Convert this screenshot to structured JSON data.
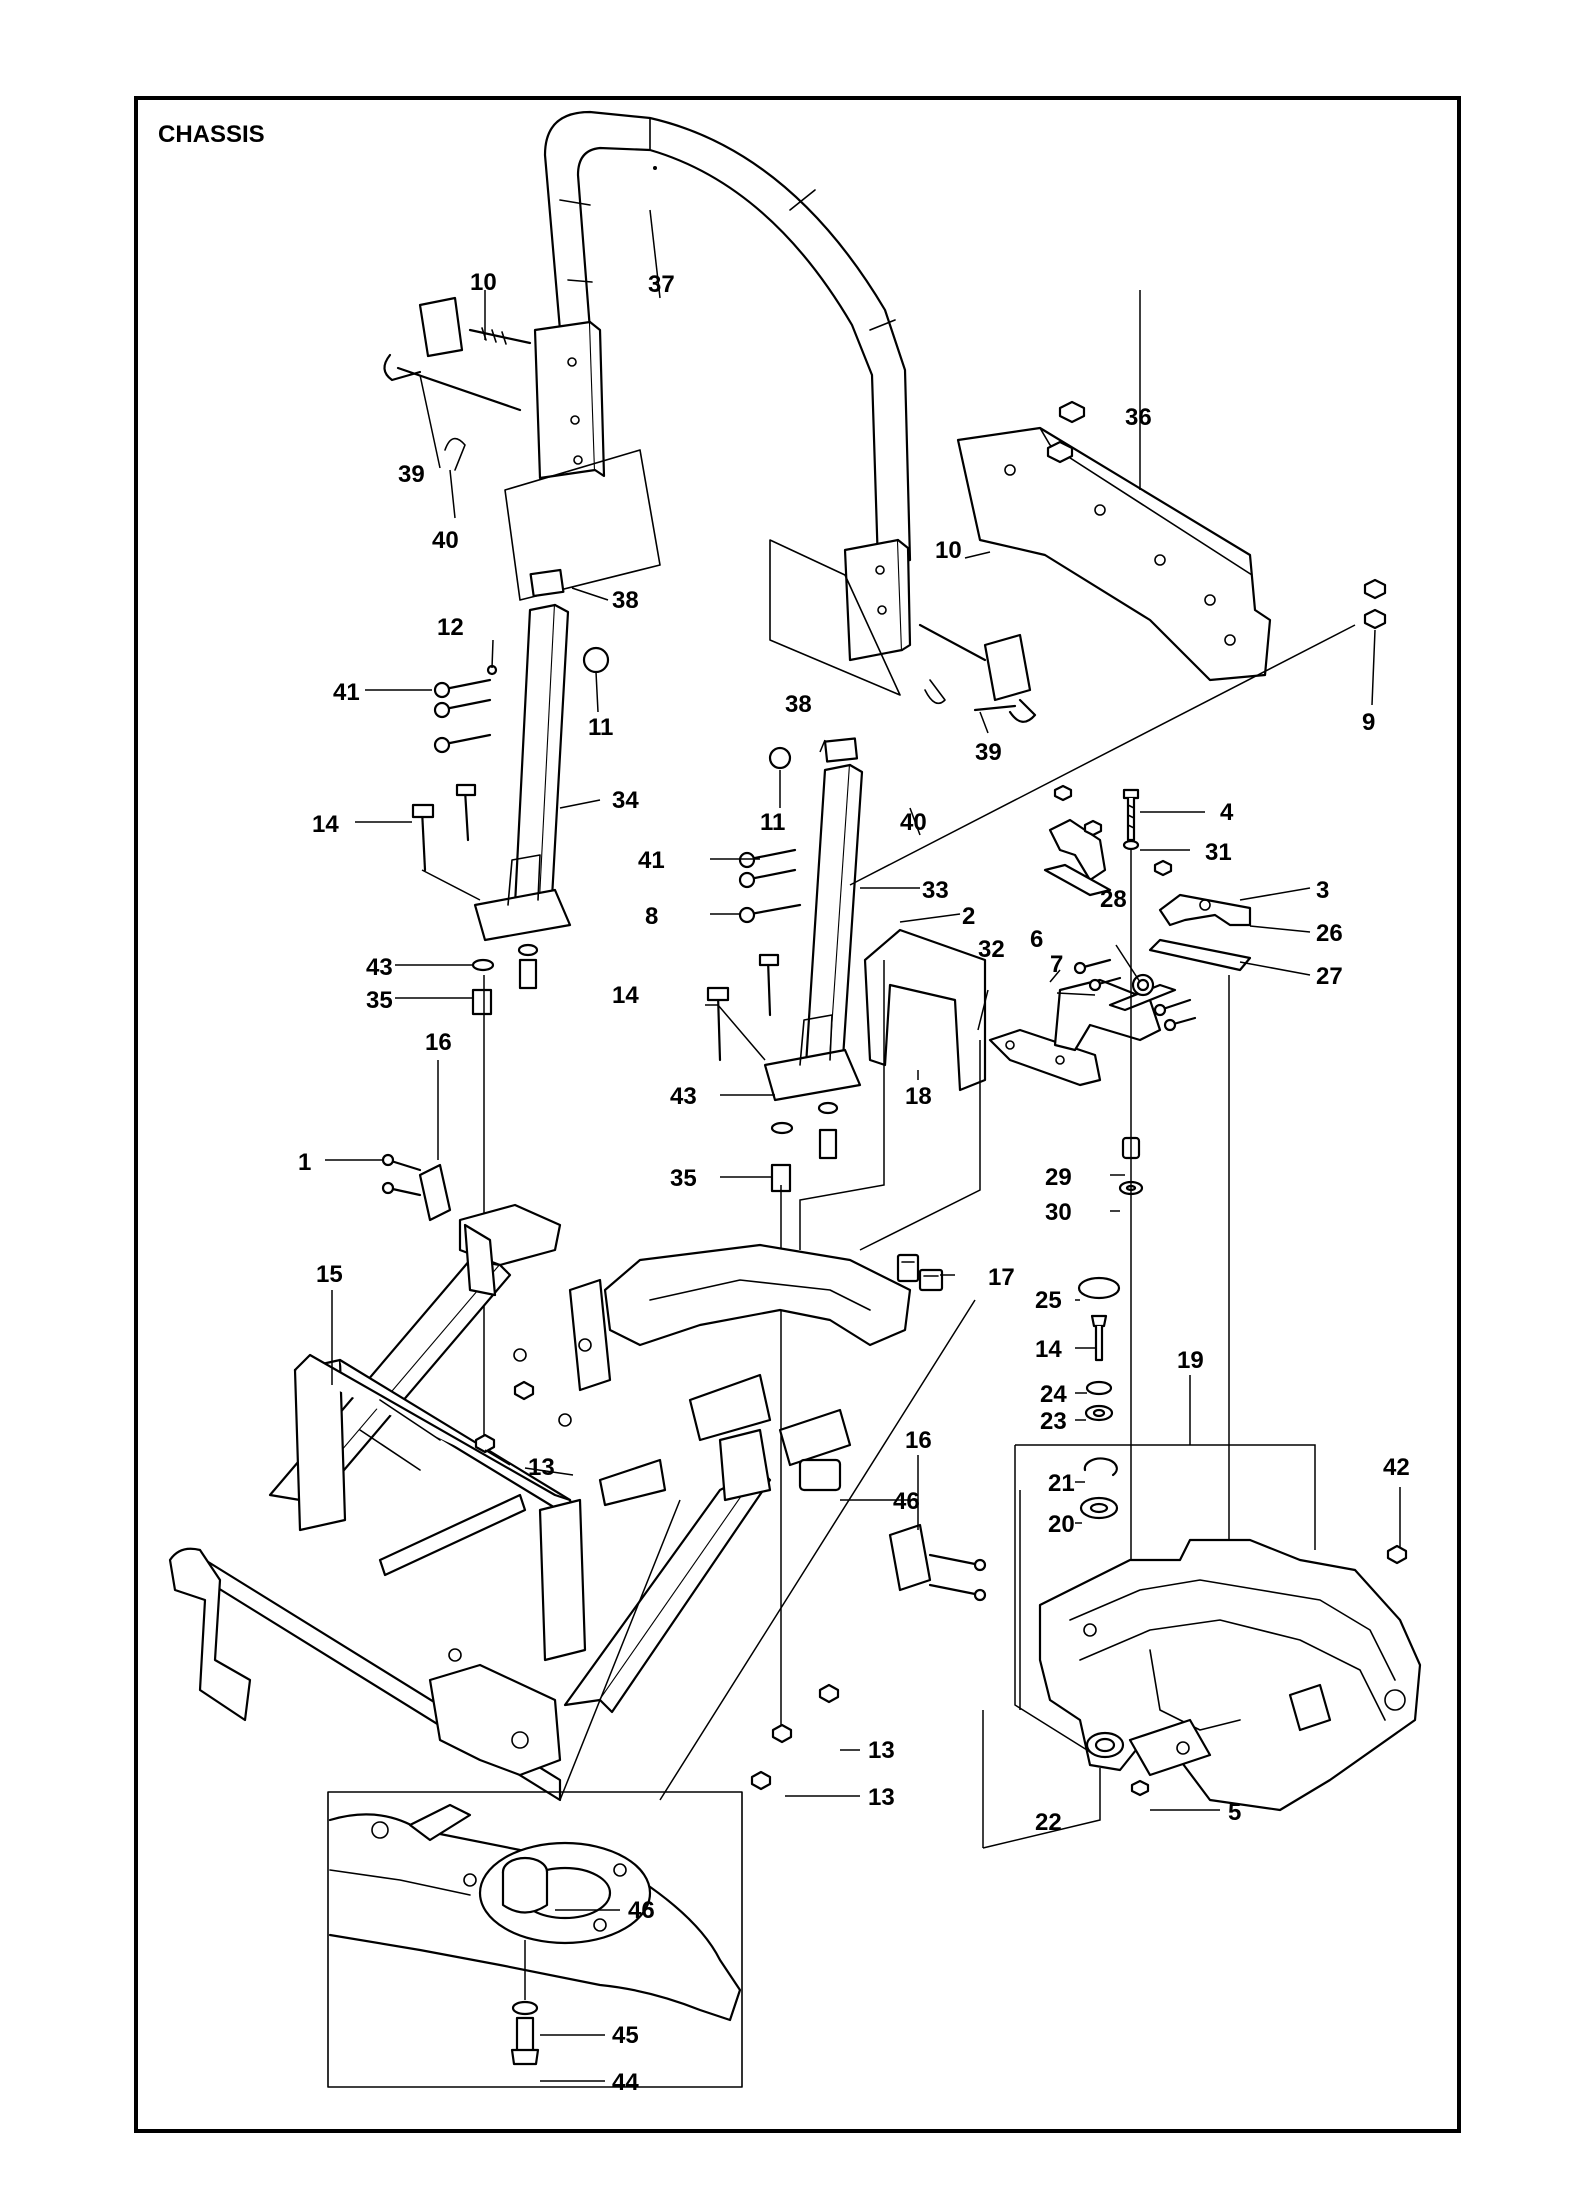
{
  "diagram": {
    "title": "CHASSIS",
    "callouts": {
      "c1": "1",
      "c2": "2",
      "c3": "3",
      "c4": "4",
      "c5": "5",
      "c6": "6",
      "c7": "7",
      "c8": "8",
      "c9": "9",
      "c10a": "10",
      "c10b": "10",
      "c11a": "11",
      "c11b": "11",
      "c12": "12",
      "c13a": "13",
      "c13b": "13",
      "c13c": "13",
      "c14a": "14",
      "c14b": "14",
      "c14c": "14",
      "c15": "15",
      "c16a": "16",
      "c16b": "16",
      "c17": "17",
      "c18": "18",
      "c19": "19",
      "c20": "20",
      "c21": "21",
      "c22": "22",
      "c23": "23",
      "c24": "24",
      "c25": "25",
      "c26": "26",
      "c27": "27",
      "c28": "28",
      "c29": "29",
      "c30": "30",
      "c31": "31",
      "c32": "32",
      "c33": "33",
      "c34": "34",
      "c35a": "35",
      "c35b": "35",
      "c36": "36",
      "c37": "37",
      "c38a": "38",
      "c38b": "38",
      "c39a": "39",
      "c39b": "39",
      "c40a": "40",
      "c40b": "40",
      "c41a": "41",
      "c41b": "41",
      "c42": "42",
      "c43a": "43",
      "c43b": "43",
      "c44": "44",
      "c45": "45",
      "c46a": "46",
      "c46b": "46"
    }
  }
}
